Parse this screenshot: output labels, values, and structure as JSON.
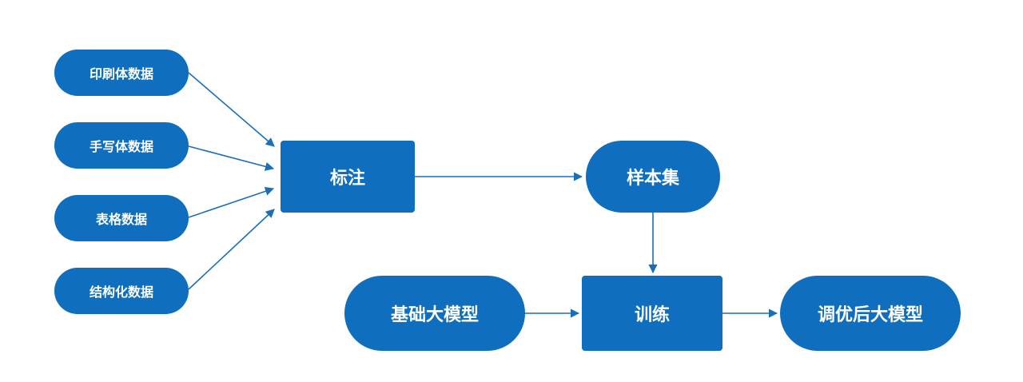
{
  "diagram": {
    "nodes": {
      "print_data": "印刷体数据",
      "handwritten_data": "手写体数据",
      "table_data": "表格数据",
      "structured_data": "结构化数据",
      "annotate": "标注",
      "sample_set": "样本集",
      "train": "训练",
      "base_model": "基础大模型",
      "tuned_model": "调优后大模型"
    },
    "edges": [
      {
        "from": "print_data",
        "to": "annotate"
      },
      {
        "from": "handwritten_data",
        "to": "annotate"
      },
      {
        "from": "table_data",
        "to": "annotate"
      },
      {
        "from": "structured_data",
        "to": "annotate"
      },
      {
        "from": "annotate",
        "to": "sample_set"
      },
      {
        "from": "sample_set",
        "to": "train"
      },
      {
        "from": "base_model",
        "to": "train"
      },
      {
        "from": "train",
        "to": "tuned_model"
      }
    ],
    "colors": {
      "node_fill": "#0f6ebd",
      "node_text": "#ffffff",
      "edge": "#1a6fb8"
    }
  }
}
